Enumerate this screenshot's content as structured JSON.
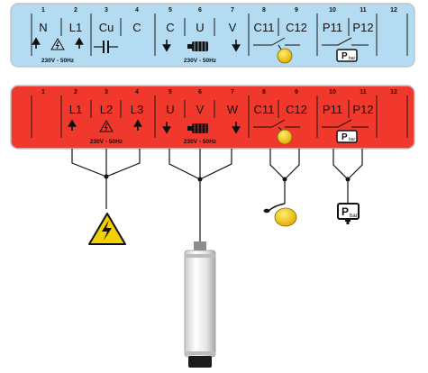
{
  "single_phase_strip": {
    "terminal_numbers": [
      "1",
      "2",
      "3",
      "4",
      "5",
      "6",
      "7",
      "8",
      "9",
      "10",
      "11",
      "12"
    ],
    "labels": [
      "N",
      "L1",
      "Cu",
      "C",
      "C",
      "U",
      "V",
      "C11",
      "C12",
      "P11",
      "P12"
    ],
    "voltage_supply": "230V - 50Hz",
    "voltage_motor": "230V - 50Hz",
    "pressure_label": "P",
    "pressure_sub": "bar",
    "color": "#b3dcf3"
  },
  "three_phase_strip": {
    "terminal_numbers": [
      "1",
      "2",
      "3",
      "4",
      "5",
      "6",
      "7",
      "8",
      "9",
      "10",
      "11",
      "12"
    ],
    "labels": [
      "L1",
      "L2",
      "L3",
      "U",
      "V",
      "W",
      "C11",
      "C12",
      "P11",
      "P12"
    ],
    "voltage_supply": "230V - 50Hz",
    "voltage_motor": "230V - 50Hz",
    "pressure_label": "P",
    "pressure_sub": "bar",
    "color": "#f0392c"
  },
  "symbols": {
    "hazard_icon": "lightning-hazard-icon",
    "pump_icon": "submersible-pump-icon",
    "float_icon": "float-switch-icon",
    "pressure_icon": "pressure-switch-icon",
    "motor_icon": "motor-icon",
    "capacitor_icon": "capacitor-icon",
    "colors": {
      "float_yellow": "#f2c21b",
      "warning_yellow": "#f5d000"
    }
  }
}
